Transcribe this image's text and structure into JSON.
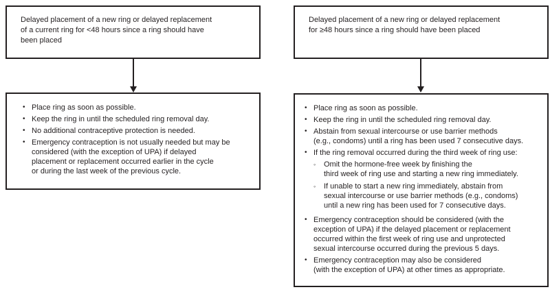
{
  "figure": {
    "bullet": "•",
    "sub_bullet": "◦",
    "colors": {
      "border": "#231f20",
      "text": "#231f20",
      "background": "#ffffff"
    },
    "left": {
      "condition": "Delayed placement of a new ring or delayed replacement\nof a current ring for <48 hours since a ring should have\nbeen placed",
      "recommendations": [
        "Place ring as soon as possible.",
        "Keep the ring in until the scheduled ring removal day.",
        "No additional contraceptive protection is needed.",
        "Emergency contraception is not usually needed but may be\nconsidered (with the exception of UPA) if delayed\nplacement or replacement occurred earlier in the cycle\nor during the last week of the previous cycle."
      ]
    },
    "right": {
      "condition": "Delayed placement of a new ring or delayed replacement\nfor ≥48 hours since a ring should have been placed",
      "recommendations": [
        "Place ring as soon as possible.",
        "Keep the ring in until the scheduled ring removal day.",
        "Abstain from sexual intercourse or use barrier methods\n(e.g., condoms) until a ring has been used 7 consecutive days.",
        "If the ring removal occurred during the third week of ring use:",
        "Emergency contraception should be considered (with the\nexception of UPA) if the delayed placement or replacement\noccurred within the first week of ring use and unprotected\nsexual intercourse occurred during the previous 5 days.",
        "Emergency contraception may also be considered\n(with the exception of UPA) at other times as appropriate."
      ],
      "sub_recommendations": [
        "Omit the hormone-free week by finishing the\nthird week of ring use and starting a new ring immediately.",
        "If unable to start a new ring immediately, abstain from\nsexual intercourse or use barrier methods (e.g., condoms)\nuntil a new ring has been used for 7 consecutive days."
      ]
    }
  }
}
